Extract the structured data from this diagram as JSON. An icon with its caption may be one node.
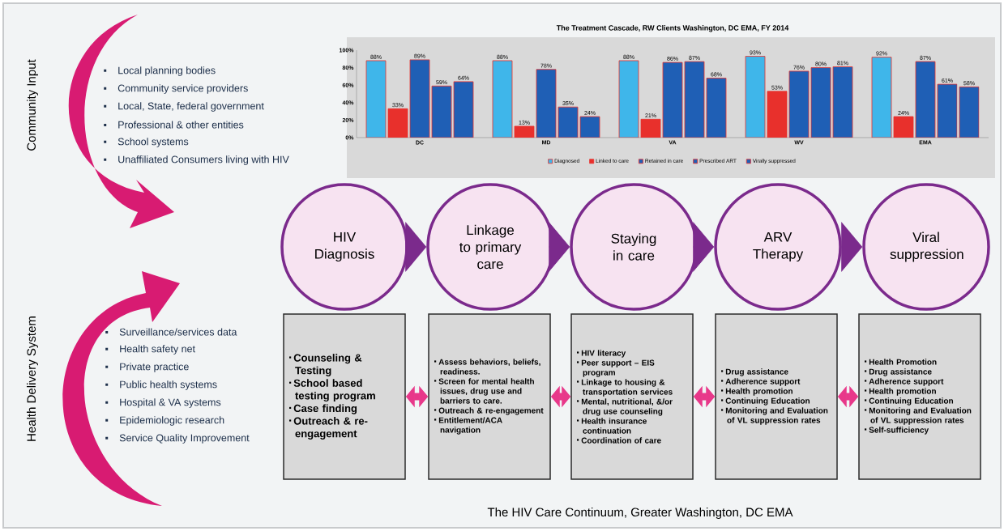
{
  "diagram": {
    "caption": "The HIV Care Continuum, Greater Washington, DC EMA",
    "nodes": [
      {
        "text": [
          "HIV Diagnosis"
        ]
      },
      {
        "text": [
          "Linkage to primary care"
        ]
      },
      {
        "text": [
          "Staying in care"
        ]
      },
      {
        "text": [
          "ARV Therapy"
        ]
      },
      {
        "text": [
          "Viral suppression"
        ]
      },
      {
        "text": [
          "Counseling & Testing",
          "School based testing program",
          "Case finding",
          "Outreach & re-engagement"
        ]
      },
      {
        "text": [
          "Assess behaviors, beliefs, readiness.",
          "Screen for mental health issues, drug use and barriers to care.",
          "Outreach & re-engagement",
          "Entitlement/ACA navigation"
        ]
      },
      {
        "text": [
          "HIV literacy",
          "Peer support – EIS program",
          "Linkage to housing & transportation services",
          "Mental, nutritional, &/or drug use counseling",
          "Health insurance continuation",
          "Coordination of care"
        ]
      },
      {
        "text": [
          "Drug assistance",
          "Adherence support",
          "Health promotion",
          "Continuing Education",
          "Monitoring and Evaluation of VL suppression rates"
        ]
      },
      {
        "text": [
          "Health Promotion",
          "Drug assistance",
          "Adherence support",
          "Health promotion",
          "Continuing Education",
          "Monitoring and Evaluation of VL suppression rates",
          "Self-sufficiency"
        ]
      }
    ],
    "edges": [
      {
        "from": 0,
        "to": 1,
        "arrow": "to",
        "color": "#7b2a8c"
      },
      {
        "from": 1,
        "to": 2,
        "arrow": "to",
        "color": "#7b2a8c"
      },
      {
        "from": 2,
        "to": 3,
        "arrow": "to",
        "color": "#7b2a8c"
      },
      {
        "from": 3,
        "to": 4,
        "arrow": "to",
        "color": "#7b2a8c"
      },
      {
        "from": 5,
        "to": 6,
        "arrow": "both",
        "color": "#e8388a"
      },
      {
        "from": 6,
        "to": 7,
        "arrow": "both",
        "color": "#e8388a"
      },
      {
        "from": 7,
        "to": 8,
        "arrow": "both",
        "color": "#e8388a"
      },
      {
        "from": 8,
        "to": 9,
        "arrow": "both",
        "color": "#e8388a"
      }
    ],
    "labels": [
      "Community Input",
      "Local planning bodies",
      "Community service providers",
      "Local, State, federal government",
      "Professional & other entities",
      "School systems",
      "Unaffiliated Consumers living with HIV",
      "Health Delivery System",
      "Surveillance/services data",
      "Health safety net",
      "Private practice",
      "Public health systems",
      "Hospital & VA systems",
      "Epidemiologic research",
      "Service Quality Improvement"
    ],
    "chart_data": {
      "type": "bar",
      "title": "The Treatment Cascade, RW Clients Washington, DC EMA, FY 2014",
      "categories": [
        "DC",
        "MD",
        "VA",
        "WV",
        "EMA"
      ],
      "series": [
        {
          "name": "Diagnosed",
          "color": "#3fb6ea",
          "values": [
            88,
            88,
            88,
            93,
            92
          ],
          "value_labels": [
            "88%",
            "88%",
            "88%",
            "93%",
            "92%"
          ]
        },
        {
          "name": "Linked to care",
          "color": "#e8302c",
          "values": [
            33,
            13,
            21,
            53,
            24
          ],
          "value_labels": [
            "33%",
            "13%",
            "21%",
            "53%",
            "24%"
          ]
        },
        {
          "name": "Retained in care",
          "color": "#1f5fb5",
          "values": [
            89,
            78,
            86,
            76,
            87
          ],
          "value_labels": [
            "89%",
            "78%",
            "86%",
            "76%",
            "87%"
          ]
        },
        {
          "name": "Prescribed ART",
          "color": "#1f5fb5",
          "values": [
            59,
            35,
            87,
            80,
            61
          ],
          "value_labels": [
            "59%",
            "35%",
            "87%",
            "80%",
            "61%"
          ]
        },
        {
          "name": "Virally suppressed",
          "color": "#1f5fb5",
          "values": [
            64,
            24,
            68,
            81,
            58
          ],
          "value_labels": [
            "64%",
            "24%",
            "68%",
            "81%",
            "58%"
          ]
        }
      ],
      "ylim": [
        0,
        100
      ],
      "legend": "bottom",
      "yticks": [
        {
          "value": 0,
          "label": "0%"
        },
        {
          "value": 20,
          "label": "20%"
        },
        {
          "value": 40,
          "label": "40%"
        },
        {
          "value": 60,
          "label": "60%"
        },
        {
          "value": 80,
          "label": "80%"
        },
        {
          "value": 100,
          "label": "100%"
        }
      ]
    }
  }
}
